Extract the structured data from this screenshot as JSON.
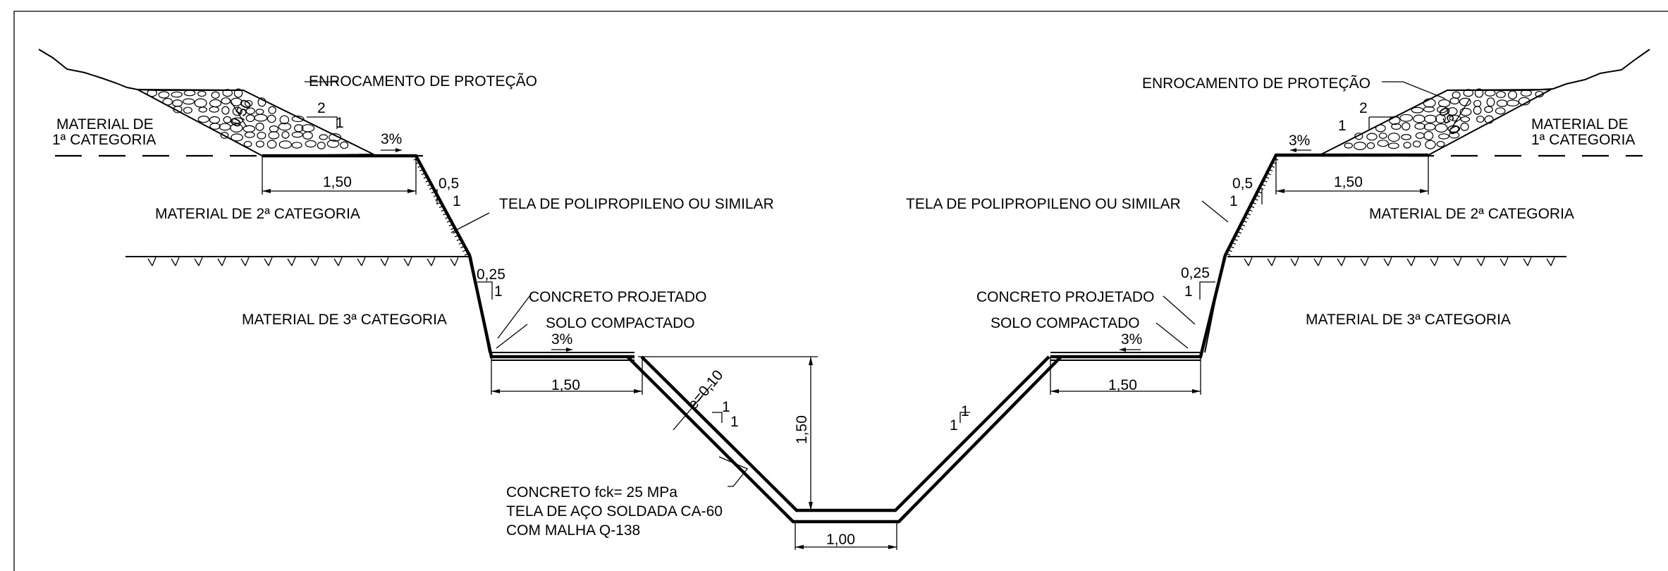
{
  "labels": {
    "left_enrocamento": "ENROCAMENTO DE PROTEÇÃO",
    "right_enrocamento": "ENROCAMENTO DE PROTEÇÃO",
    "left_mat1_line1": "MATERIAL DE",
    "left_mat1_line2": "1ª CATEGORIA",
    "right_mat1_line1": "MATERIAL DE",
    "right_mat1_line2": "1ª CATEGORIA",
    "left_mat2": "MATERIAL DE 2ª CATEGORIA",
    "right_mat2": "MATERIAL DE 2ª CATEGORIA",
    "left_mat3": "MATERIAL DE 3ª CATEGORIA",
    "right_mat3": "MATERIAL DE 3ª CATEGORIA",
    "left_tela": "TELA DE POLIPROPILENO OU SIMILAR",
    "right_tela": "TELA DE POLIPROPILENO OU SIMILAR",
    "left_concreto_projetado": "CONCRETO PROJETADO",
    "right_concreto_projetado": "CONCRETO PROJETADO",
    "left_solo": "SOLO COMPACTADO",
    "right_solo": "SOLO COMPACTADO",
    "channel_note_1": "CONCRETO fck= 25 MPa",
    "channel_note_2": "TELA DE AÇO SOLDADA CA-60",
    "channel_note_3": "COM MALHA Q-138"
  },
  "dimensions": {
    "left_berm_upper": "1,50",
    "right_berm_upper": "1,50",
    "left_berm_lower": "1,50",
    "right_berm_lower": "1,50",
    "channel_bottom": "1,00",
    "channel_depth": "1,50",
    "thickness": "e=0,10",
    "rock_thickness_left": "0,50",
    "rock_thickness_right": "0,50"
  },
  "slopes": {
    "left_rock_h": "2",
    "left_rock_v": "1",
    "right_rock_h": "2",
    "right_rock_v": "1",
    "left_upper_h": "0,5",
    "left_upper_v": "1",
    "right_upper_h": "0,5",
    "right_upper_v": "1",
    "left_lower_h": "0,25",
    "left_lower_v": "1",
    "right_lower_h": "0,25",
    "right_lower_v": "1",
    "channel_left_a": "1",
    "channel_left_b": "1",
    "channel_right_a": "1",
    "channel_right_b": "1",
    "left_crossfall_upper": "3%",
    "right_crossfall_upper": "3%",
    "left_crossfall_lower": "3%",
    "right_crossfall_lower": "3%"
  }
}
